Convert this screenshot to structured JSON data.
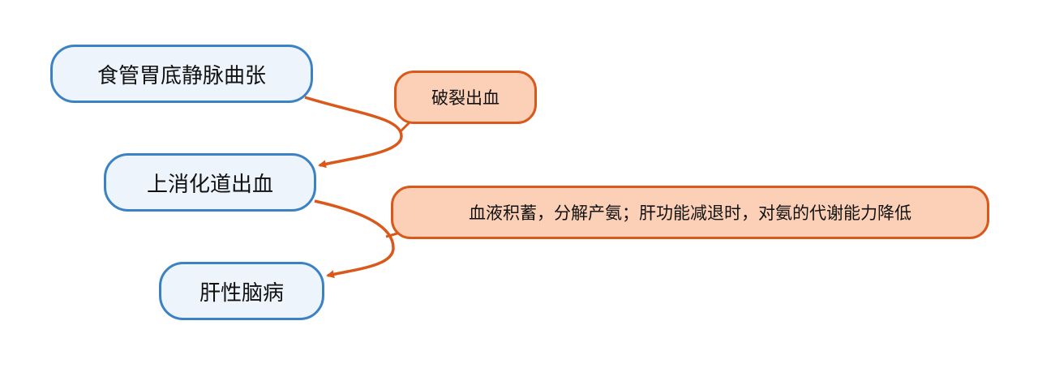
{
  "nodes": {
    "varices": "食管胃底静脉曲张",
    "bleeding": "上消化道出血",
    "hepatic_encephalopathy": "肝性脑病"
  },
  "notes": {
    "rupture": "破裂出血",
    "mechanism": "血液积蓄，分解产氨；肝功能减退时，对氨的代谢能力降低"
  },
  "colors": {
    "main_border": "#3b82c4",
    "main_fill": "#eef4fb",
    "note_border": "#d9581a",
    "note_fill": "#fbd0b6",
    "arrow": "#d9581a"
  }
}
